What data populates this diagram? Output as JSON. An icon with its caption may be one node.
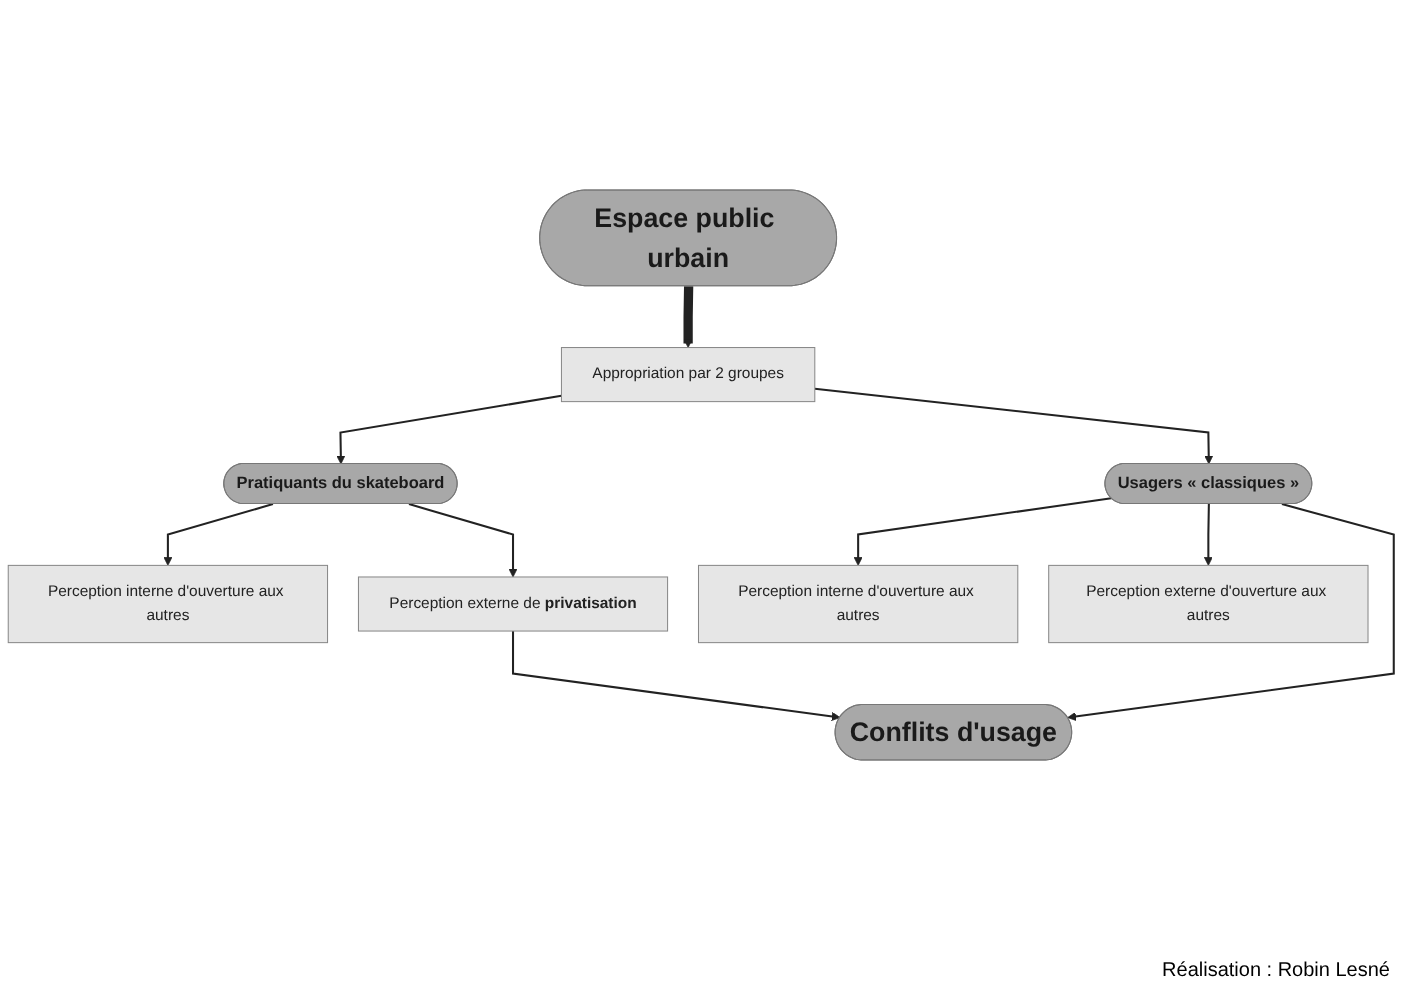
{
  "diagram": {
    "nodes": [
      {
        "text": [
          "Espace public urbain"
        ]
      },
      {
        "text": [
          "Appropriation par 2 groupes"
        ]
      },
      {
        "text": [
          "Pratiquants du skateboard"
        ]
      },
      {
        "text": [
          "Usagers « classiques »"
        ]
      },
      {
        "text": [
          "Perception interne d'ouverture aux autres"
        ]
      },
      {
        "text": [
          "Perception externe de **privatisation**"
        ]
      },
      {
        "text": [
          "Perception interne d'ouverture aux autres"
        ]
      },
      {
        "text": [
          "Perception externe d'ouverture aux autres"
        ]
      },
      {
        "text": [
          "Conflits d'usage"
        ]
      }
    ],
    "edges": [
      {
        "from": 0,
        "to": 1,
        "arrow": "to",
        "style": "thick"
      },
      {
        "from": 1,
        "to": 2,
        "arrow": "to"
      },
      {
        "from": 1,
        "to": 3,
        "arrow": "to"
      },
      {
        "from": 2,
        "to": 4,
        "arrow": "to"
      },
      {
        "from": 2,
        "to": 5,
        "arrow": "to"
      },
      {
        "from": 3,
        "to": 6,
        "arrow": "to"
      },
      {
        "from": 3,
        "to": 7,
        "arrow": "to"
      },
      {
        "from": 3,
        "to": 8,
        "arrow": "to"
      },
      {
        "from": 5,
        "to": 8,
        "arrow": "to"
      }
    ],
    "labels": [
      "Réalisation : Robin Lesné"
    ]
  }
}
